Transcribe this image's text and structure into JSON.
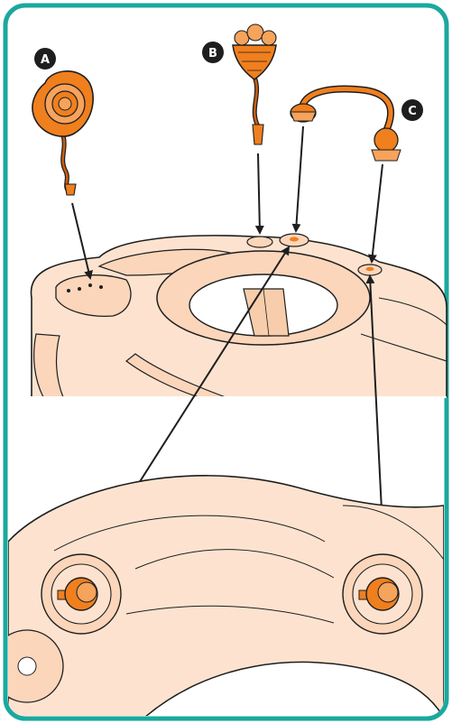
{
  "frame": {
    "border_color": "#1ba89e",
    "background": "#ffffff"
  },
  "colors": {
    "tray_fill": "#fde3cf",
    "tray_stroke": "#1e1e1e",
    "toy_orange": "#f07f1e",
    "toy_dark": "#c95f12",
    "badge_fill": "#1e1e1e",
    "arrow": "#1e1e1e"
  },
  "callouts": {
    "a": "A",
    "b": "B",
    "c": "C"
  },
  "parts": {
    "a": "snail-rattle-toy",
    "b": "cup-spinner-toy",
    "c": "arch-toy-bar"
  }
}
